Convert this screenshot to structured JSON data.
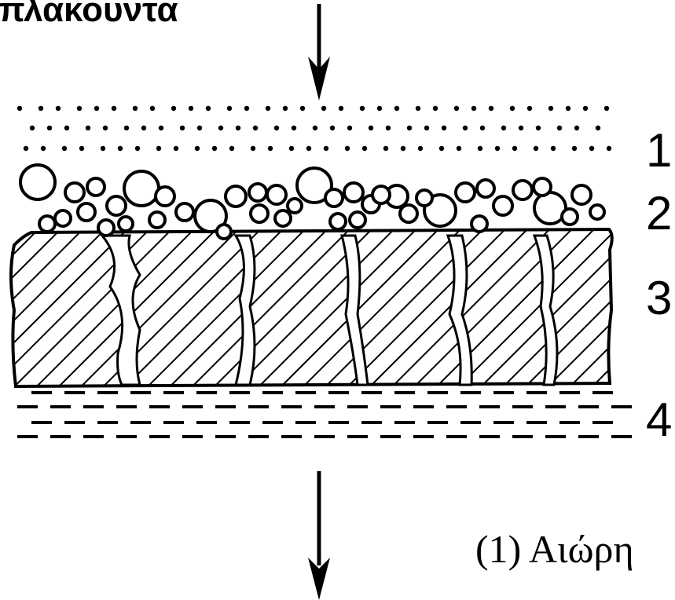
{
  "heading": "πλακουντα",
  "layers": [
    {
      "number": "1",
      "name": "suspended-particles"
    },
    {
      "number": "2",
      "name": "cake-particles"
    },
    {
      "number": "3",
      "name": "filter-medium"
    },
    {
      "number": "4",
      "name": "support-fabric"
    }
  ],
  "legend_fragment": "(1) Αιώρη",
  "colors": {
    "ink": "#000000",
    "background": "#ffffff"
  },
  "icons": [
    "flow-arrow-down-icon",
    "flow-arrow-down-icon"
  ]
}
